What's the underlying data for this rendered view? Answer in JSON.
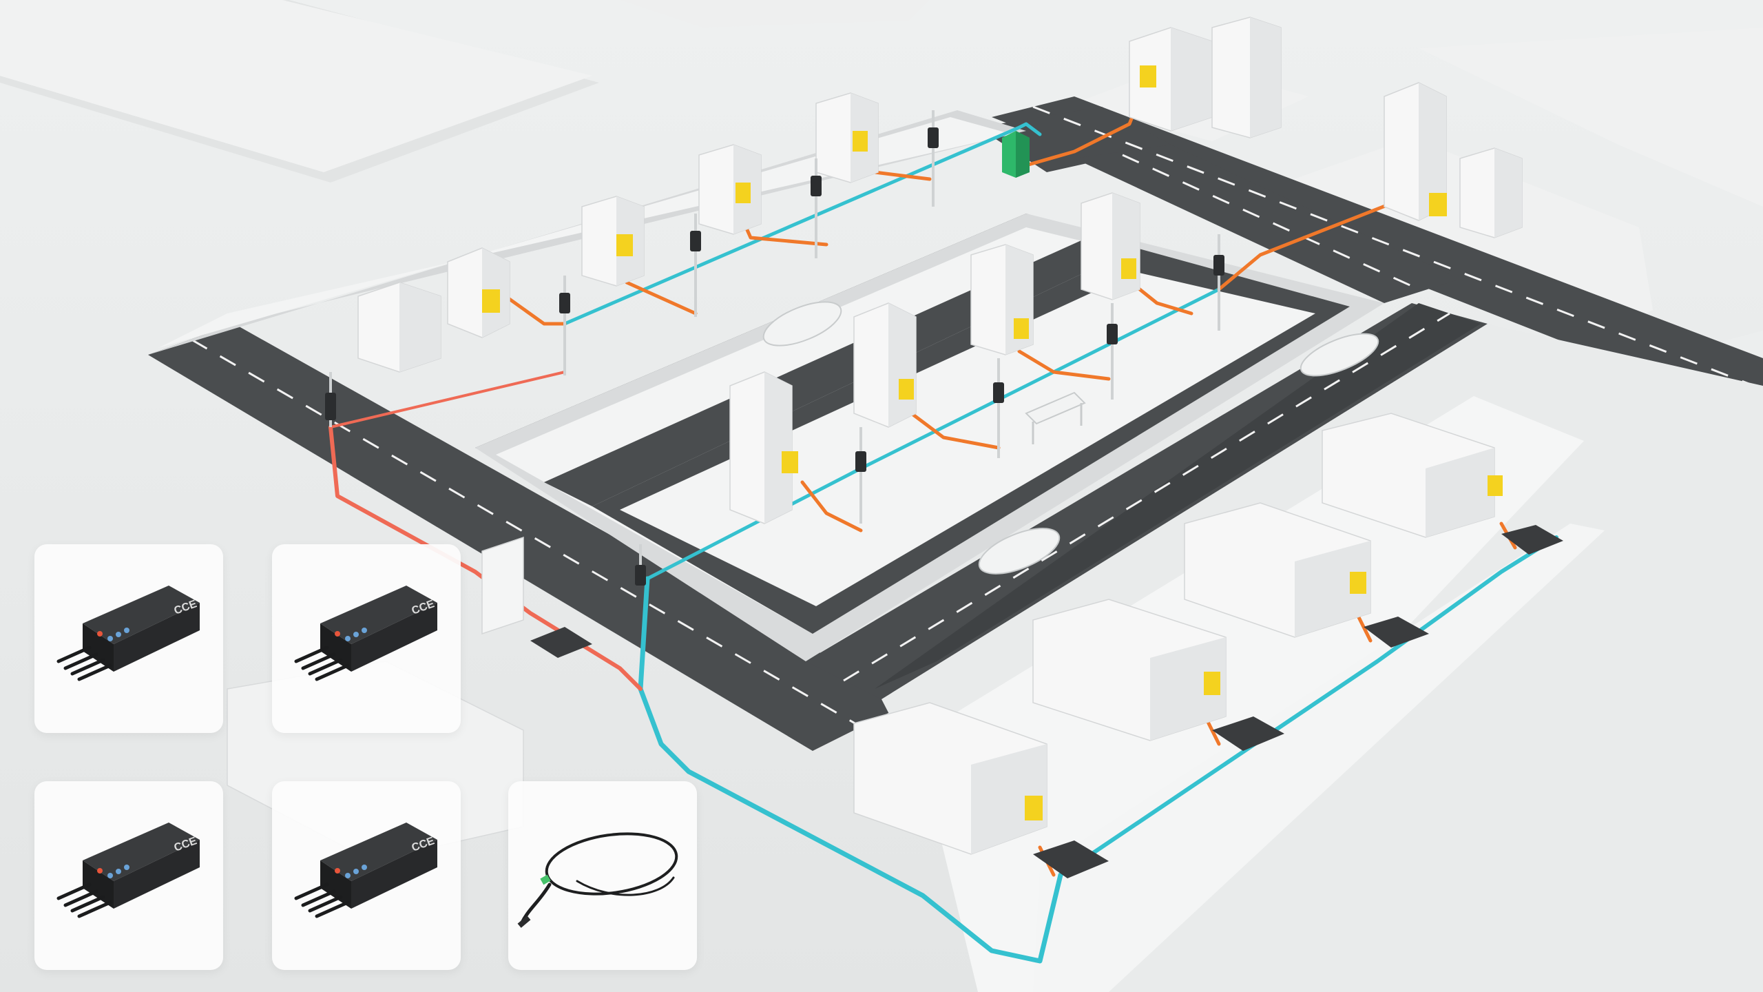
{
  "scene": {
    "colors": {
      "background": "#e9ebeb",
      "block": "#f4f5f5",
      "road": "#4a4d4f",
      "road_marking": "#f2f2f2",
      "building": "#f7f7f7",
      "building_shade": "#dcdedf",
      "cable_blue": "#35c1cf",
      "cable_orange": "#f0782a",
      "cable_red": "#ef6a55",
      "enclosure_yellow": "#f4d21f",
      "cabinet_green": "#2eb86a",
      "handhole": "#3a3c3e"
    },
    "icons": [
      "building-icon",
      "streetlight-icon",
      "car-icon",
      "bench-icon",
      "handhole-icon",
      "cabinet-icon",
      "enclosure-icon"
    ]
  },
  "cards": {
    "connector_brand": "CCE",
    "items": [
      {
        "name": "connector-module-1",
        "icon": "connector-icon"
      },
      {
        "name": "connector-module-2",
        "icon": "connector-icon"
      },
      {
        "name": "connector-module-3",
        "icon": "connector-icon"
      },
      {
        "name": "connector-module-4",
        "icon": "connector-icon"
      },
      {
        "name": "fiber-patch-cable",
        "icon": "cable-icon"
      }
    ]
  }
}
